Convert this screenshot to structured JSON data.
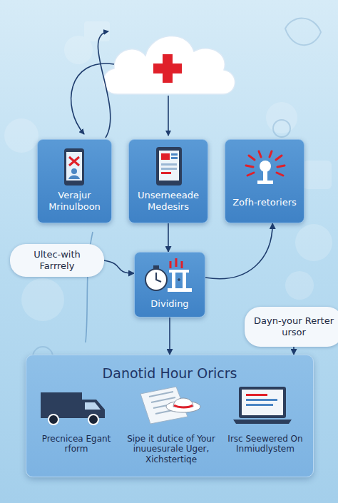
{
  "diagram": {
    "nodes": [
      {
        "text": [
          "Verajur Mrinulboon"
        ]
      },
      {
        "text": [
          "Unserneeade Medesirs"
        ]
      },
      {
        "text": [
          "Zofh-retoriers"
        ]
      },
      {
        "text": [
          "Ultec-with Farrrely"
        ]
      },
      {
        "text": [
          "Dividing"
        ]
      },
      {
        "text": [
          "Dayn-your Rerter ursor"
        ]
      },
      {
        "text": [
          "Danotid Hour Oricrs",
          "Precnicea Egant rform",
          "Sipe it dutice of Your inuuesurale Uger, Xichstertiqe",
          "Irsc Seewered On Inmiudlystem"
        ]
      }
    ],
    "edges": [
      {
        "from": 1,
        "to": 4,
        "arrow": "to"
      },
      {
        "from": 3,
        "to": 4,
        "arrow": "to"
      },
      {
        "from": 4,
        "to": 2,
        "arrow": "to"
      },
      {
        "from": 4,
        "to": 6,
        "arrow": "to"
      },
      {
        "from": 5,
        "to": 6,
        "arrow": "to"
      }
    ]
  }
}
